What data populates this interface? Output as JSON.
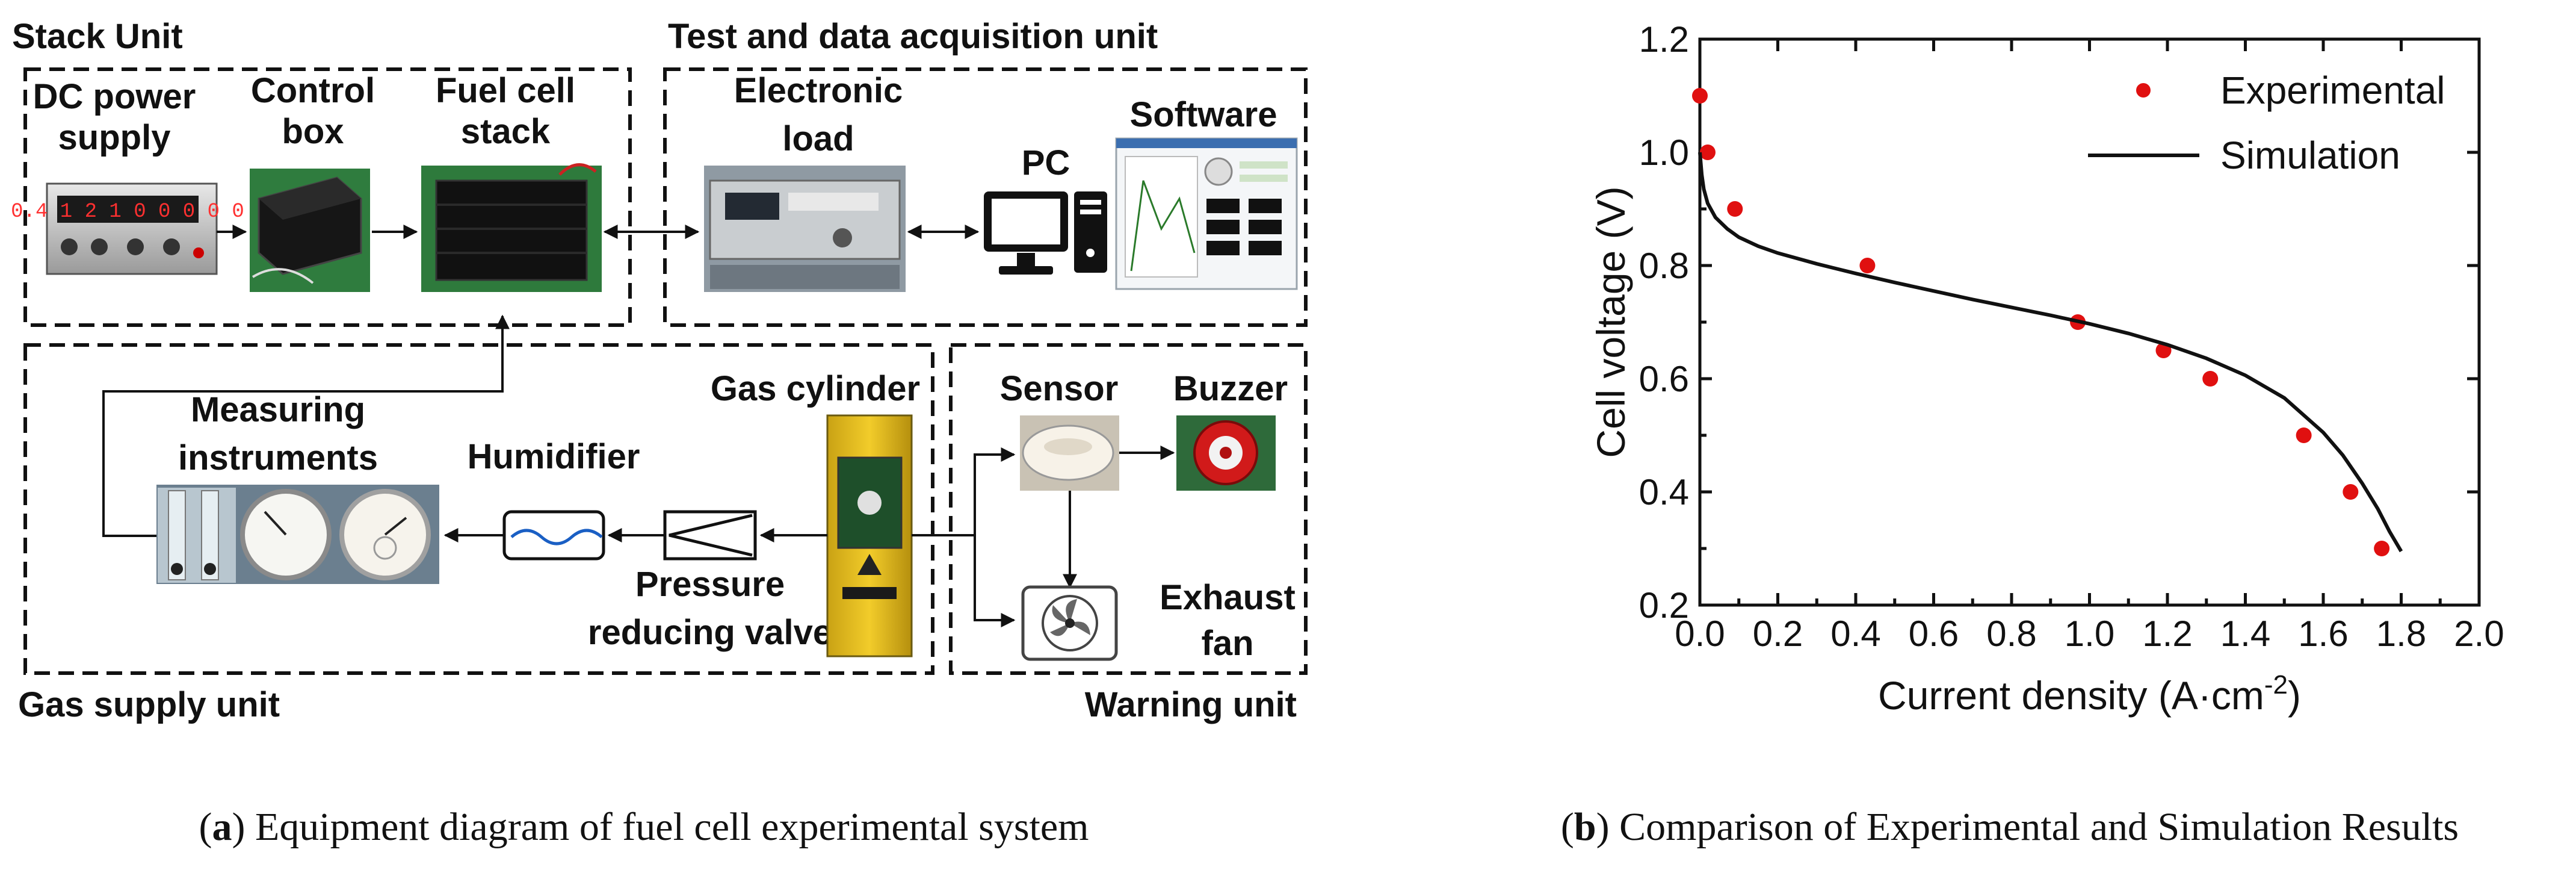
{
  "diagram": {
    "units": {
      "stack": "Stack Unit",
      "test": "Test and data acquisition unit",
      "gas": "Gas supply unit",
      "warning": "Warning unit"
    },
    "components": {
      "dc_line1": "DC power",
      "dc_line2": "supply",
      "control_line1": "Control",
      "control_line2": "box",
      "fuel_line1": "Fuel cell",
      "fuel_line2": "stack",
      "load_line1": "Electronic",
      "load_line2": "load",
      "pc": "PC",
      "software": "Software",
      "measuring_line1": "Measuring",
      "measuring_line2": "instruments",
      "humidifier": "Humidifier",
      "valve_line1": "Pressure",
      "valve_line2": "reducing valve",
      "cylinder": "Gas cylinder",
      "sensor": "Sensor",
      "buzzer": "Buzzer",
      "fan_line1": "Exhaust",
      "fan_line2": "fan"
    },
    "power_readout": "0.4 1 2 1 0 0 0 0 0",
    "caption_tag": "a",
    "caption_text": "Equipment diagram of fuel cell experimental system"
  },
  "chart_data": {
    "type": "scatter",
    "xlabel": "Current density (A·cm",
    "xlabel_sup": "-2",
    "xlabel_end": ")",
    "ylabel": "Cell voltage (V)",
    "xlim": [
      0.0,
      2.0
    ],
    "ylim": [
      0.2,
      1.2
    ],
    "x_ticks": [
      "0.0",
      "0.2",
      "0.4",
      "0.6",
      "0.8",
      "1.0",
      "1.2",
      "1.4",
      "1.6",
      "1.8",
      "2.0"
    ],
    "y_ticks": [
      "0.2",
      "0.4",
      "0.6",
      "0.8",
      "1.0",
      "1.2"
    ],
    "legend_position": "top-right",
    "series": [
      {
        "name": "Experimental",
        "kind": "markers",
        "color": "#e01010",
        "x": [
          0.0,
          0.02,
          0.09,
          0.43,
          0.97,
          1.19,
          1.31,
          1.55,
          1.67,
          1.75
        ],
        "y": [
          1.1,
          1.0,
          0.9,
          0.8,
          0.7,
          0.65,
          0.6,
          0.5,
          0.4,
          0.3
        ]
      },
      {
        "name": "Simulation",
        "kind": "line",
        "color": "#111111",
        "x": [
          0.0,
          0.005,
          0.01,
          0.02,
          0.04,
          0.07,
          0.1,
          0.15,
          0.2,
          0.3,
          0.4,
          0.5,
          0.6,
          0.7,
          0.8,
          0.9,
          1.0,
          1.1,
          1.2,
          1.3,
          1.4,
          1.5,
          1.6,
          1.65,
          1.7,
          1.74,
          1.77,
          1.8
        ],
        "y": [
          1.0,
          0.96,
          0.935,
          0.91,
          0.885,
          0.865,
          0.85,
          0.834,
          0.822,
          0.803,
          0.786,
          0.77,
          0.755,
          0.74,
          0.726,
          0.712,
          0.697,
          0.68,
          0.66,
          0.636,
          0.606,
          0.566,
          0.505,
          0.465,
          0.415,
          0.37,
          0.33,
          0.295
        ]
      }
    ],
    "caption_tag": "b",
    "caption_text": "Comparison of Experimental and Simulation Results"
  }
}
